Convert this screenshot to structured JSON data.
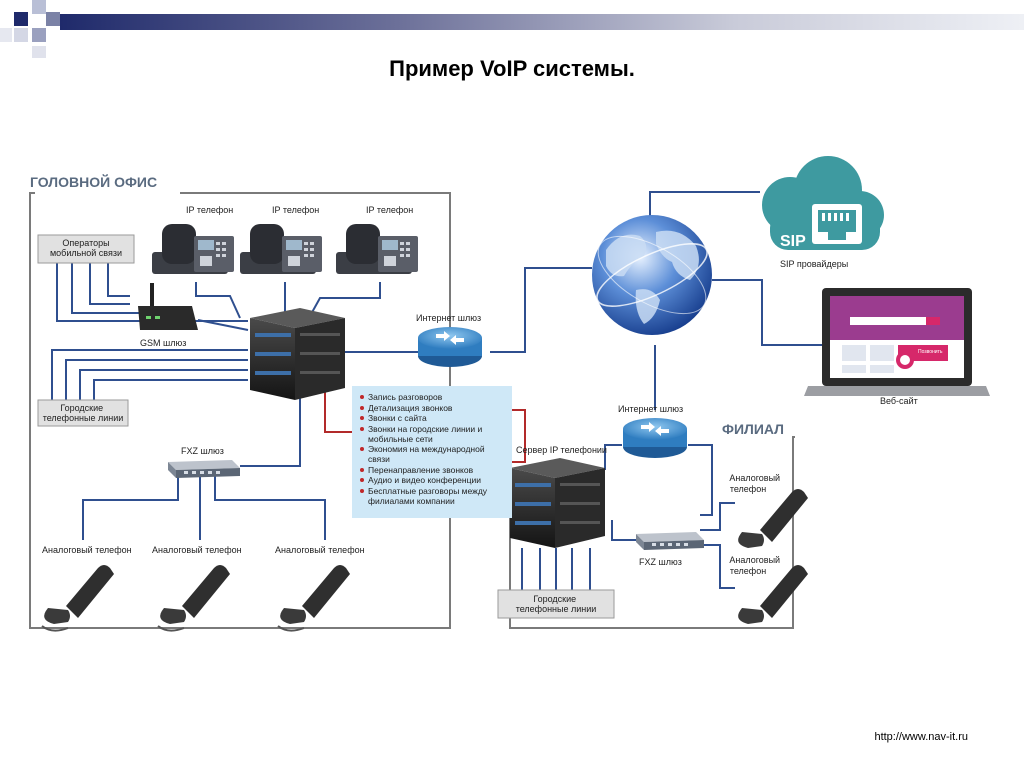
{
  "slide": {
    "title": "Пример VoIP системы.",
    "footer_url": "http://www.nav-it.ru"
  },
  "head_office": {
    "label": "ГОЛОВНОЙ ОФИС",
    "ip_phones": [
      "IP телефон",
      "IP телефон",
      "IP телефон"
    ],
    "operators": "Операторы\nмобильной связи",
    "gsm_gateway": "GSM шлюз",
    "city_lines": "Городские\nтелефонные линии",
    "fxz_gateway": "FXZ шлюз",
    "analog_phones": [
      "Аналоговый телефон",
      "Аналоговый телефон",
      "Аналоговый телефон"
    ]
  },
  "internet_gateway_main": "Интернет шлюз",
  "sip": {
    "badge": "SIP",
    "label": "SIP провайдеры"
  },
  "website": {
    "label": "Веб-сайт",
    "call_text": "Позвонить"
  },
  "features": [
    "Запись разговоров",
    "Детализация звонков",
    "Звонки с сайта",
    "Звонки на городские линии и мобильные сети",
    "Экономия на международной связи",
    "Перенаправление звонков",
    "Аудио и видео конференции",
    "Бесплатные разговоры между филиалами компании"
  ],
  "branch": {
    "label": "ФИЛИАЛ",
    "internet_gateway": "Интернет шлюз",
    "server": "Сервер IP телефонии",
    "city_lines": "Городские\nтелефонные линии",
    "fxz_gateway": "FXZ шлюз",
    "analog_phones": [
      "Аналоговый\nтелефон",
      "Аналоговый\nтелефон"
    ]
  },
  "colors": {
    "link": "#2f4f8f",
    "highlight_link": "#b22a2a",
    "frame": "#7a7a7a",
    "feature_bg": "#cfe8f7",
    "section_header": "#5a6b80"
  }
}
